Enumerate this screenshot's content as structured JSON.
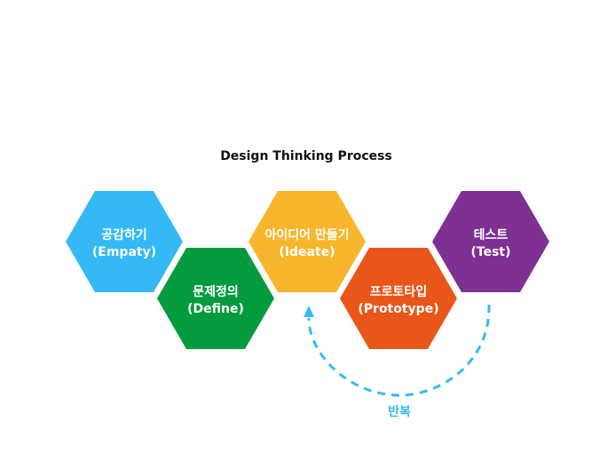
{
  "title": "Design Thinking Process",
  "stages": [
    {
      "id": "empathize",
      "line1": "공감하기",
      "line2": "(Empaty)",
      "color": "#35B9F6"
    },
    {
      "id": "define",
      "line1": "문제정의",
      "line2": "(Define)",
      "color": "#049B3E"
    },
    {
      "id": "ideate",
      "line1": "아이디어 만들기",
      "line2": "(Ideate)",
      "color": "#F8B62D"
    },
    {
      "id": "prototype",
      "line1": "프로토타입",
      "line2": "(Prototype)",
      "color": "#E9561A"
    },
    {
      "id": "test",
      "line1": "테스트",
      "line2": "(Test)",
      "color": "#7E3192"
    }
  ],
  "loop": {
    "label": "반복",
    "color": "#35B9F6"
  }
}
